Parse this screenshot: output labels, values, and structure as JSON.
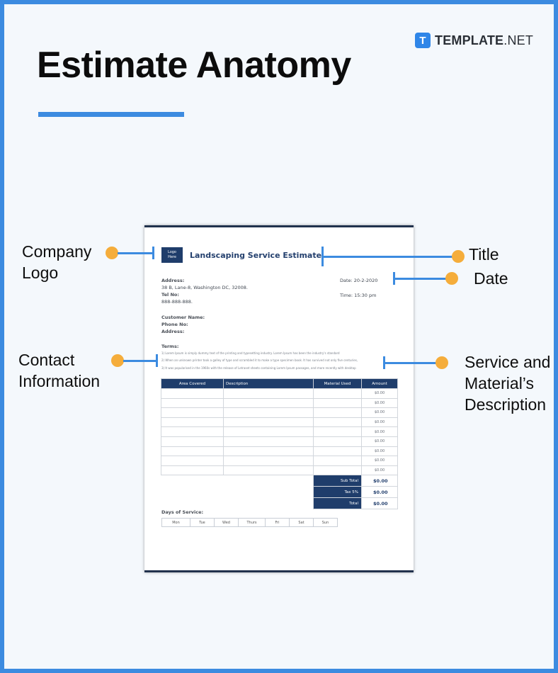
{
  "brand": {
    "mark": "T",
    "name_bold": "TEMPLATE",
    "name_rest": ".NET"
  },
  "title": "Estimate Anatomy",
  "callouts": {
    "company_logo": [
      "Company",
      "Logo"
    ],
    "contact": [
      "Contact",
      "Information"
    ],
    "title": "Title",
    "date": "Date",
    "service": [
      "Service and",
      "Material’s",
      "Description"
    ]
  },
  "colors": {
    "accent": "#3c8be0",
    "dot": "#f5ad3b",
    "doc_navy": "#1f3d6b"
  },
  "document": {
    "logo": [
      "Logo",
      "Here"
    ],
    "heading": "Landscaping Service Estimate",
    "address_label": "Address:",
    "address": "38 B, Lane-8, Washington DC, 32008.",
    "tel_label": "Tel No:",
    "tel": "888-888-888.",
    "date": "Date: 20-2-2020",
    "time": "Time: 15:30 pm",
    "customer_name": "Customer Name:",
    "phone": "Phone No:",
    "cust_address": "Address:",
    "terms_label": "Terms:",
    "terms": [
      "1) Lorem Ipsum is simply dummy text of the printing and typesetting industry. Lorem Ipsum has been the industry's standard",
      "2) When an unknown printer took a galley of type and scrambled it to make a type specimen book. It has survived not only five centuries,",
      "3) It was popularised in the 1960s with the release of Letraset sheets containing Lorem Ipsum passages, and more recently with desktop"
    ],
    "columns": [
      "Area Covered",
      "Description",
      "Material Used",
      "Amount"
    ],
    "amounts": [
      "$0.00",
      "$0.00",
      "$0.00",
      "$0.00",
      "$0.00",
      "$0.00",
      "$0.00",
      "$0.00",
      "$0.00"
    ],
    "totals": [
      {
        "label": "Sub Total",
        "value": "$0.00"
      },
      {
        "label": "Tax 5%",
        "value": "$0.00"
      },
      {
        "label": "Total",
        "value": "$0.00"
      }
    ],
    "days_label": "Days of Service:",
    "days": [
      "Mon",
      "Tue",
      "Wed",
      "Thurs",
      "Fri",
      "Sat",
      "Sun"
    ]
  }
}
